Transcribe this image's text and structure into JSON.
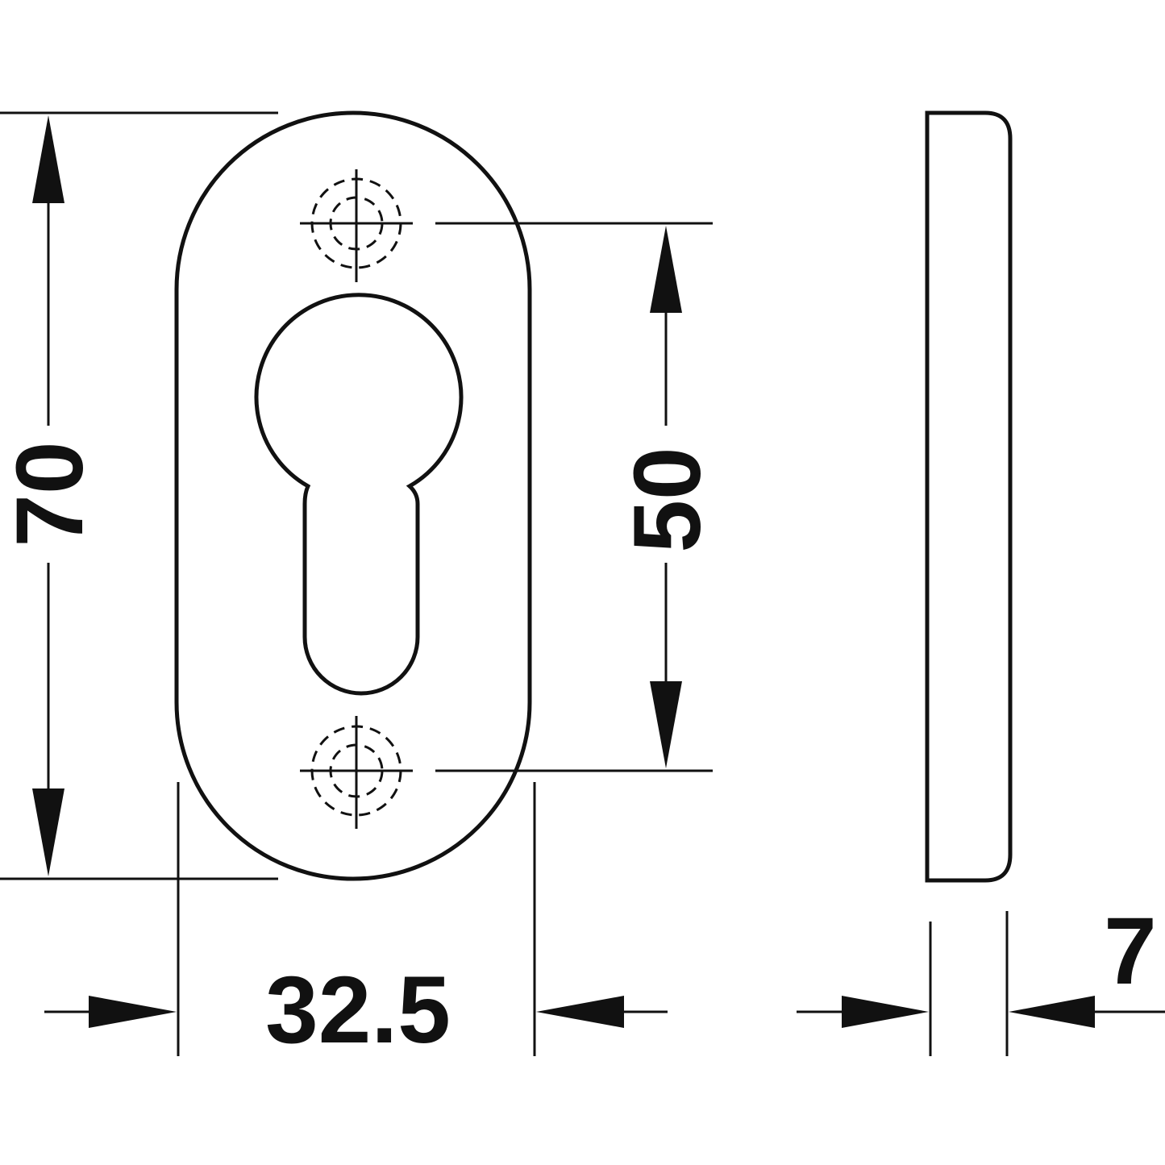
{
  "drawing": {
    "height_label": "70",
    "hole_spacing_label": "50",
    "width_label": "32.5",
    "thickness_label": "7"
  },
  "colors": {
    "line": "#111111",
    "background": "#ffffff"
  }
}
